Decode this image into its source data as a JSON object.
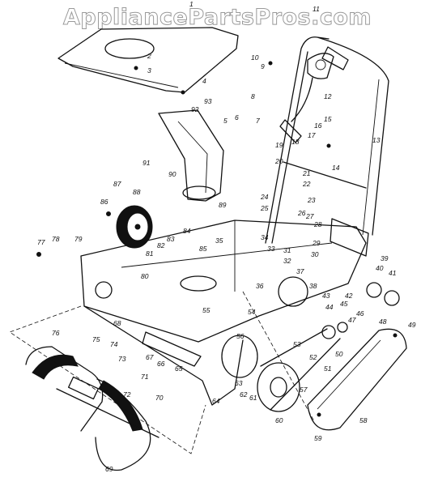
{
  "watermark": "AppliancePartsPros.com",
  "callouts": [
    "1",
    "2",
    "3",
    "4",
    "5",
    "6",
    "7",
    "8",
    "9",
    "10",
    "11",
    "12",
    "13",
    "14",
    "15",
    "16",
    "17",
    "18",
    "19",
    "20",
    "21",
    "22",
    "23",
    "24",
    "25",
    "26",
    "27",
    "28",
    "29",
    "30",
    "31",
    "32",
    "33",
    "34",
    "35",
    "36",
    "37",
    "38",
    "39",
    "40",
    "41",
    "42",
    "43",
    "44",
    "45",
    "46",
    "47",
    "48",
    "49",
    "50",
    "51",
    "52",
    "53",
    "54",
    "55",
    "56",
    "57",
    "58",
    "59",
    "60",
    "61",
    "62",
    "63",
    "64",
    "65",
    "66",
    "67",
    "68",
    "69",
    "70",
    "71",
    "72",
    "73",
    "74",
    "75",
    "76",
    "77",
    "78",
    "79",
    "80",
    "81",
    "82",
    "83",
    "84",
    "85",
    "86",
    "87",
    "88",
    "89",
    "90",
    "91",
    "92",
    "93"
  ]
}
